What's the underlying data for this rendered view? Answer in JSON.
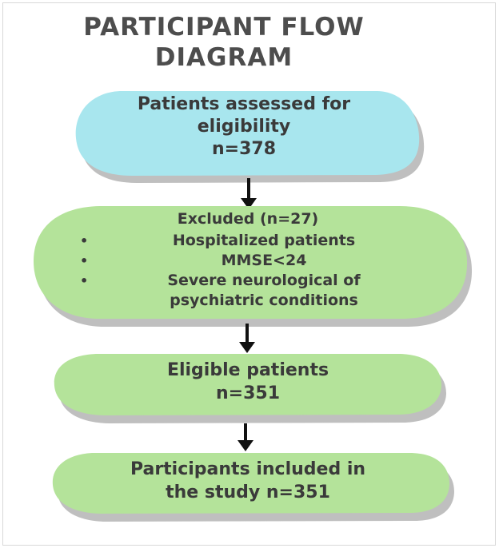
{
  "title": {
    "line1": "PARTICIPANT FLOW",
    "line2": "DIAGRAM"
  },
  "boxes": {
    "assessed": {
      "line1": "Patients assessed for",
      "line2": "eligibility",
      "line3": "n=378"
    },
    "excluded": {
      "heading": "Excluded (n=27)",
      "bullets": [
        "Hospitalized patients",
        "MMSE<24",
        "Severe neurological of psychiatric conditions"
      ],
      "bullet3_line1": "Severe neurological of",
      "bullet3_line2": "psychiatric conditions",
      "bullet_symbol": "•"
    },
    "eligible": {
      "line1": "Eligible patients",
      "line2": "n=351"
    },
    "included": {
      "line1": "Participants included in",
      "line2": "the study n=351"
    }
  },
  "colors": {
    "assessed_fill": "#a8e6ee",
    "green_fill": "#b4e39a",
    "shadow": "#8a8a8a",
    "arrow": "#111111",
    "title_text": "#4d4d4d",
    "box_text": "#3a3a3a"
  }
}
